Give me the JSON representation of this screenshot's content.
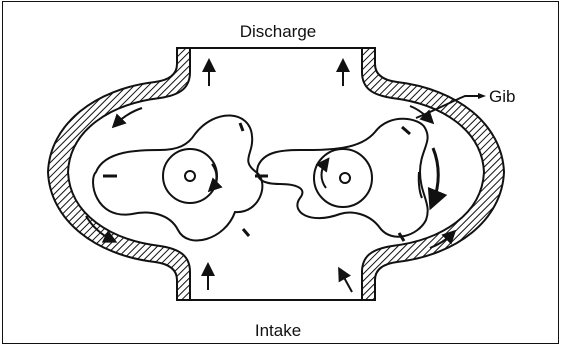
{
  "diagram": {
    "labels": {
      "discharge": "Discharge",
      "intake": "Intake",
      "gib": "Gib"
    }
  }
}
